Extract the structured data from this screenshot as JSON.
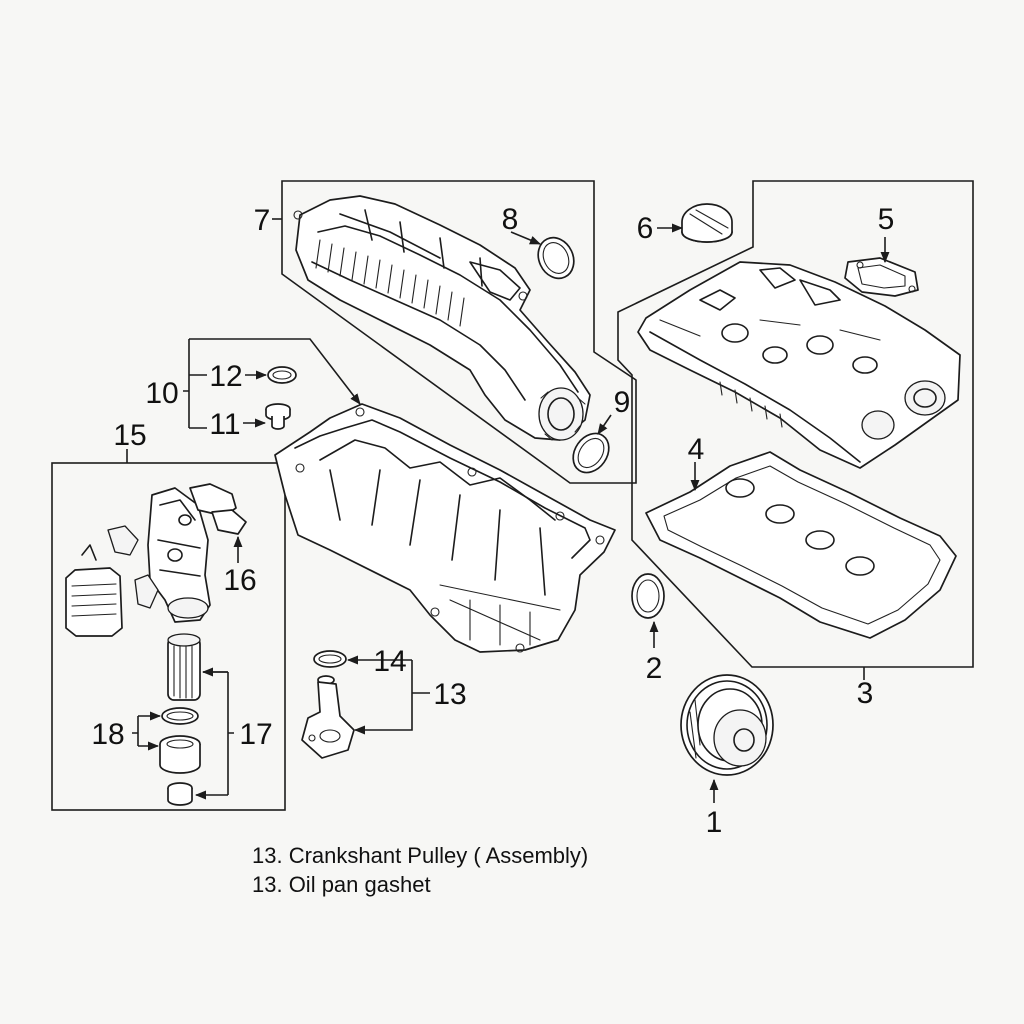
{
  "callouts": {
    "c1": "1",
    "c2": "2",
    "c3": "3",
    "c4": "4",
    "c5": "5",
    "c6": "6",
    "c7": "7",
    "c8": "8",
    "c9": "9",
    "c10": "10",
    "c11": "11",
    "c12": "12",
    "c13": "13",
    "c14": "14",
    "c15": "15",
    "c16": "16",
    "c17": "17",
    "c18": "18"
  },
  "legend": {
    "line1": "13. Crankshant Pulley ( Assembly)",
    "line2": "13. Oil pan gashet"
  },
  "colors": {
    "line": "#1c1c1c",
    "background": "#f7f7f5"
  }
}
